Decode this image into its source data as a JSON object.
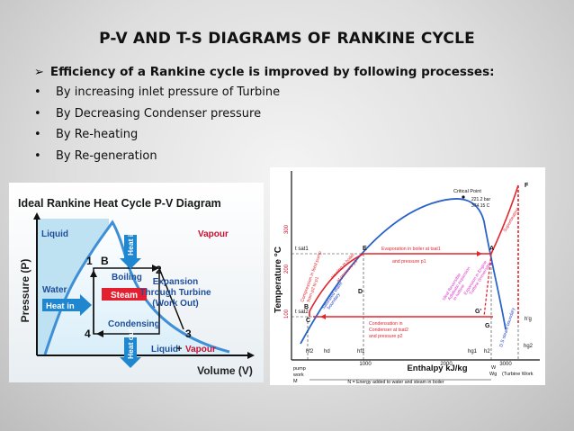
{
  "slide": {
    "title": "P-V AND T-S DIAGRAMS OF RANKINE CYCLE",
    "lead": "Efficiency of a Rankine cycle is improved by following processes:",
    "bullets": [
      "By increasing inlet pressure of Turbine",
      "By Decreasing Condenser pressure",
      "By Re-heating",
      "By Re-generation"
    ],
    "bullet_glyph": "•",
    "lead_glyph": "➢"
  },
  "pv_diagram": {
    "title": "Ideal Rankine Heat Cycle P-V Diagram",
    "y_axis": "Pressure (P)",
    "x_axis": "Volume (V)",
    "liquid": "Liquid",
    "vapour": "Vapour",
    "water": "Water",
    "heat_in_side": "Heat in",
    "heat_in_top": "Heat in",
    "boiling": "Boiling",
    "steam": "Steam",
    "expansion": [
      "Expansion",
      "Through Turbine",
      "(Work Out)"
    ],
    "condensing": "Condensing",
    "heat_out": "Heat out",
    "liquid_vapour": [
      "Liquid",
      "+",
      "Vapour"
    ],
    "points": [
      "1",
      "2",
      "3",
      "4"
    ],
    "point_b": "B",
    "colors": {
      "liquid_bg": "#b9e0f2",
      "dome": "#3f8fd6",
      "arrow": "#e8253a",
      "frame": "#101010"
    }
  },
  "ts_diagram": {
    "y_axis": "Temperature °C",
    "x_axis": "Enthalpy kJ/kg",
    "y_ticks": [
      "100",
      "200",
      "300"
    ],
    "x_ticks": [
      "1000",
      "2000",
      "3000"
    ],
    "critical_point": [
      "Critical Point",
      "221.2 bar",
      "374.15 C"
    ],
    "t_sat1": "t sat1",
    "t_sat2": "t sat2",
    "points": [
      "A",
      "B",
      "C",
      "D",
      "E",
      "F",
      "G",
      "G'"
    ],
    "evaporation": [
      "Evaporation in boiler at tsat1",
      "and pressure p1"
    ],
    "condensation": [
      "Condensation in",
      "Condenser at tsat2",
      "and pressure p2"
    ],
    "compression": [
      "Compression in feed pump",
      "from p2 to p1"
    ],
    "heating": [
      "Heating in boiler",
      "at pressure p1"
    ],
    "sat_water": [
      "Saturated Water",
      "boundary"
    ],
    "sat_steam": "D.S steam boundary",
    "superheat": "Superheating",
    "expansion_ideal": [
      "Ideal Reversible",
      "Adiabatic expansion",
      "in turbine"
    ],
    "expansion_real": [
      "Expansion in Engine",
      "Turbine (irreversible)"
    ],
    "h_labels": [
      "hf2",
      "hd",
      "hf1",
      "hg1",
      "hg2",
      "h2",
      "h'g"
    ],
    "pump_work": [
      "pump",
      "work",
      "M"
    ],
    "w_labels": [
      "W",
      "Wg",
      "(Turbine Work"
    ],
    "energy_note": "N = Energy added to water and steam in boiler",
    "colors": {
      "dome": "#2a63c9",
      "process": "#e2262f",
      "pink": "#d632c8",
      "blue_text": "#1d3fbf"
    }
  }
}
